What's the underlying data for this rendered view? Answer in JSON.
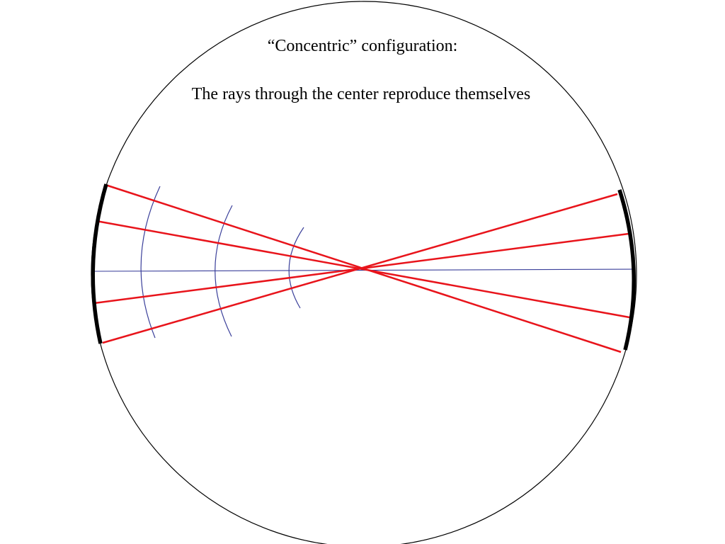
{
  "title": "“Concentric” configuration:",
  "subtitle": "The rays through the center reproduce themselves",
  "colors": {
    "background": "#ffffff",
    "cavity_outline": "#000000",
    "mirror": "#000000",
    "ray": "#e8141b",
    "axis_and_wavefronts": "#3a3f9a"
  },
  "diagram": {
    "mirrors": [
      "left-mirror",
      "right-mirror"
    ],
    "ray_count": 4,
    "wavefront_count": 3,
    "has_optical_axis": true
  }
}
